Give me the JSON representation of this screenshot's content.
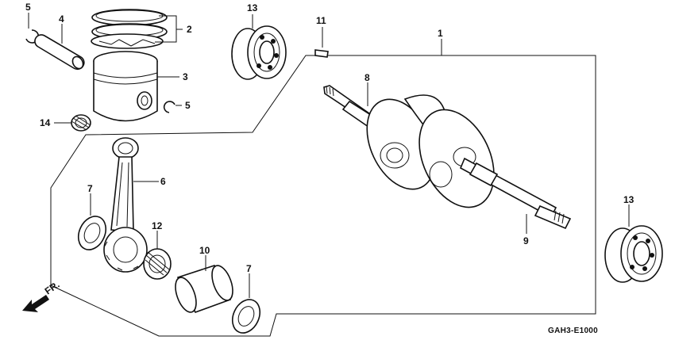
{
  "callouts": {
    "c1": "1",
    "c2": "2",
    "c3": "3",
    "c4": "4",
    "c5a": "5",
    "c5b": "5",
    "c6": "6",
    "c7a": "7",
    "c7b": "7",
    "c8": "8",
    "c9": "9",
    "c10": "10",
    "c11": "11",
    "c12": "12",
    "c13a": "13",
    "c13b": "13",
    "c14": "14"
  },
  "direction_label": "FR.",
  "figure_code": "GAH3-E1000",
  "icons": {
    "arrow": "front-direction-arrow-icon"
  },
  "colors": {
    "ink": "#111111",
    "paper": "#ffffff"
  }
}
